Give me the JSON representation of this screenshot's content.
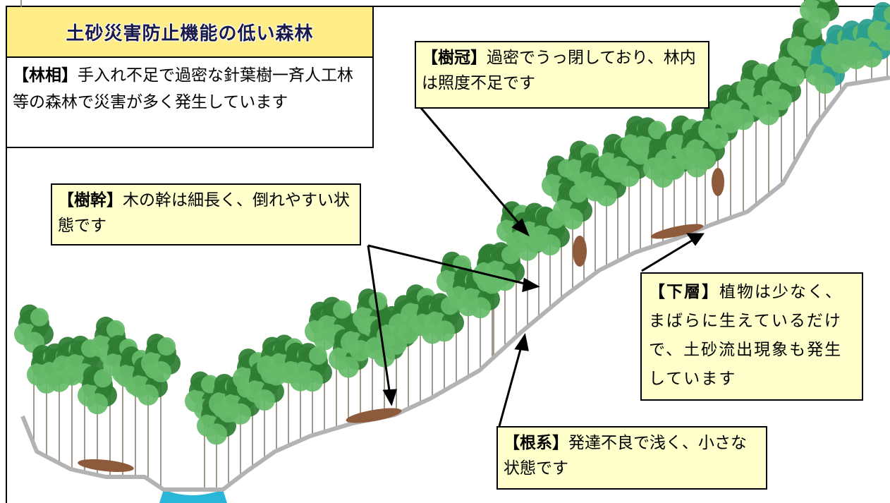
{
  "title": "土砂災害防止機能の低い森林",
  "forest_phase": {
    "tag": "【林相】",
    "text": "手入れ不足で過密な針葉樹一斉人工林等の森林で災害が多く発生しています"
  },
  "callouts": {
    "crown": {
      "tag": "【樹冠】",
      "text": "過密でうっ閉しており、林内は照度不足です"
    },
    "trunk": {
      "tag": "【樹幹】",
      "text": "木の幹は細長く、倒れやすい状態です"
    },
    "understory": {
      "tag": "【下層】",
      "text": "植物は少なく、まばらに生えているだけで、土砂流出現象も発生しています"
    },
    "roots": {
      "tag": "【根系】",
      "text": "発達不良で浅く、小さな状態です"
    }
  },
  "colors": {
    "title_bg": "#ffee88",
    "callout_bg": "#ffffcc",
    "foliage_dark": "#2e7d32",
    "foliage_light": "#66bb6a",
    "teal_trees": "#2a9d8f",
    "water": "#29b6d8",
    "ground_line": "#b0b0b0",
    "fallen_log": "#8d5a3b"
  }
}
